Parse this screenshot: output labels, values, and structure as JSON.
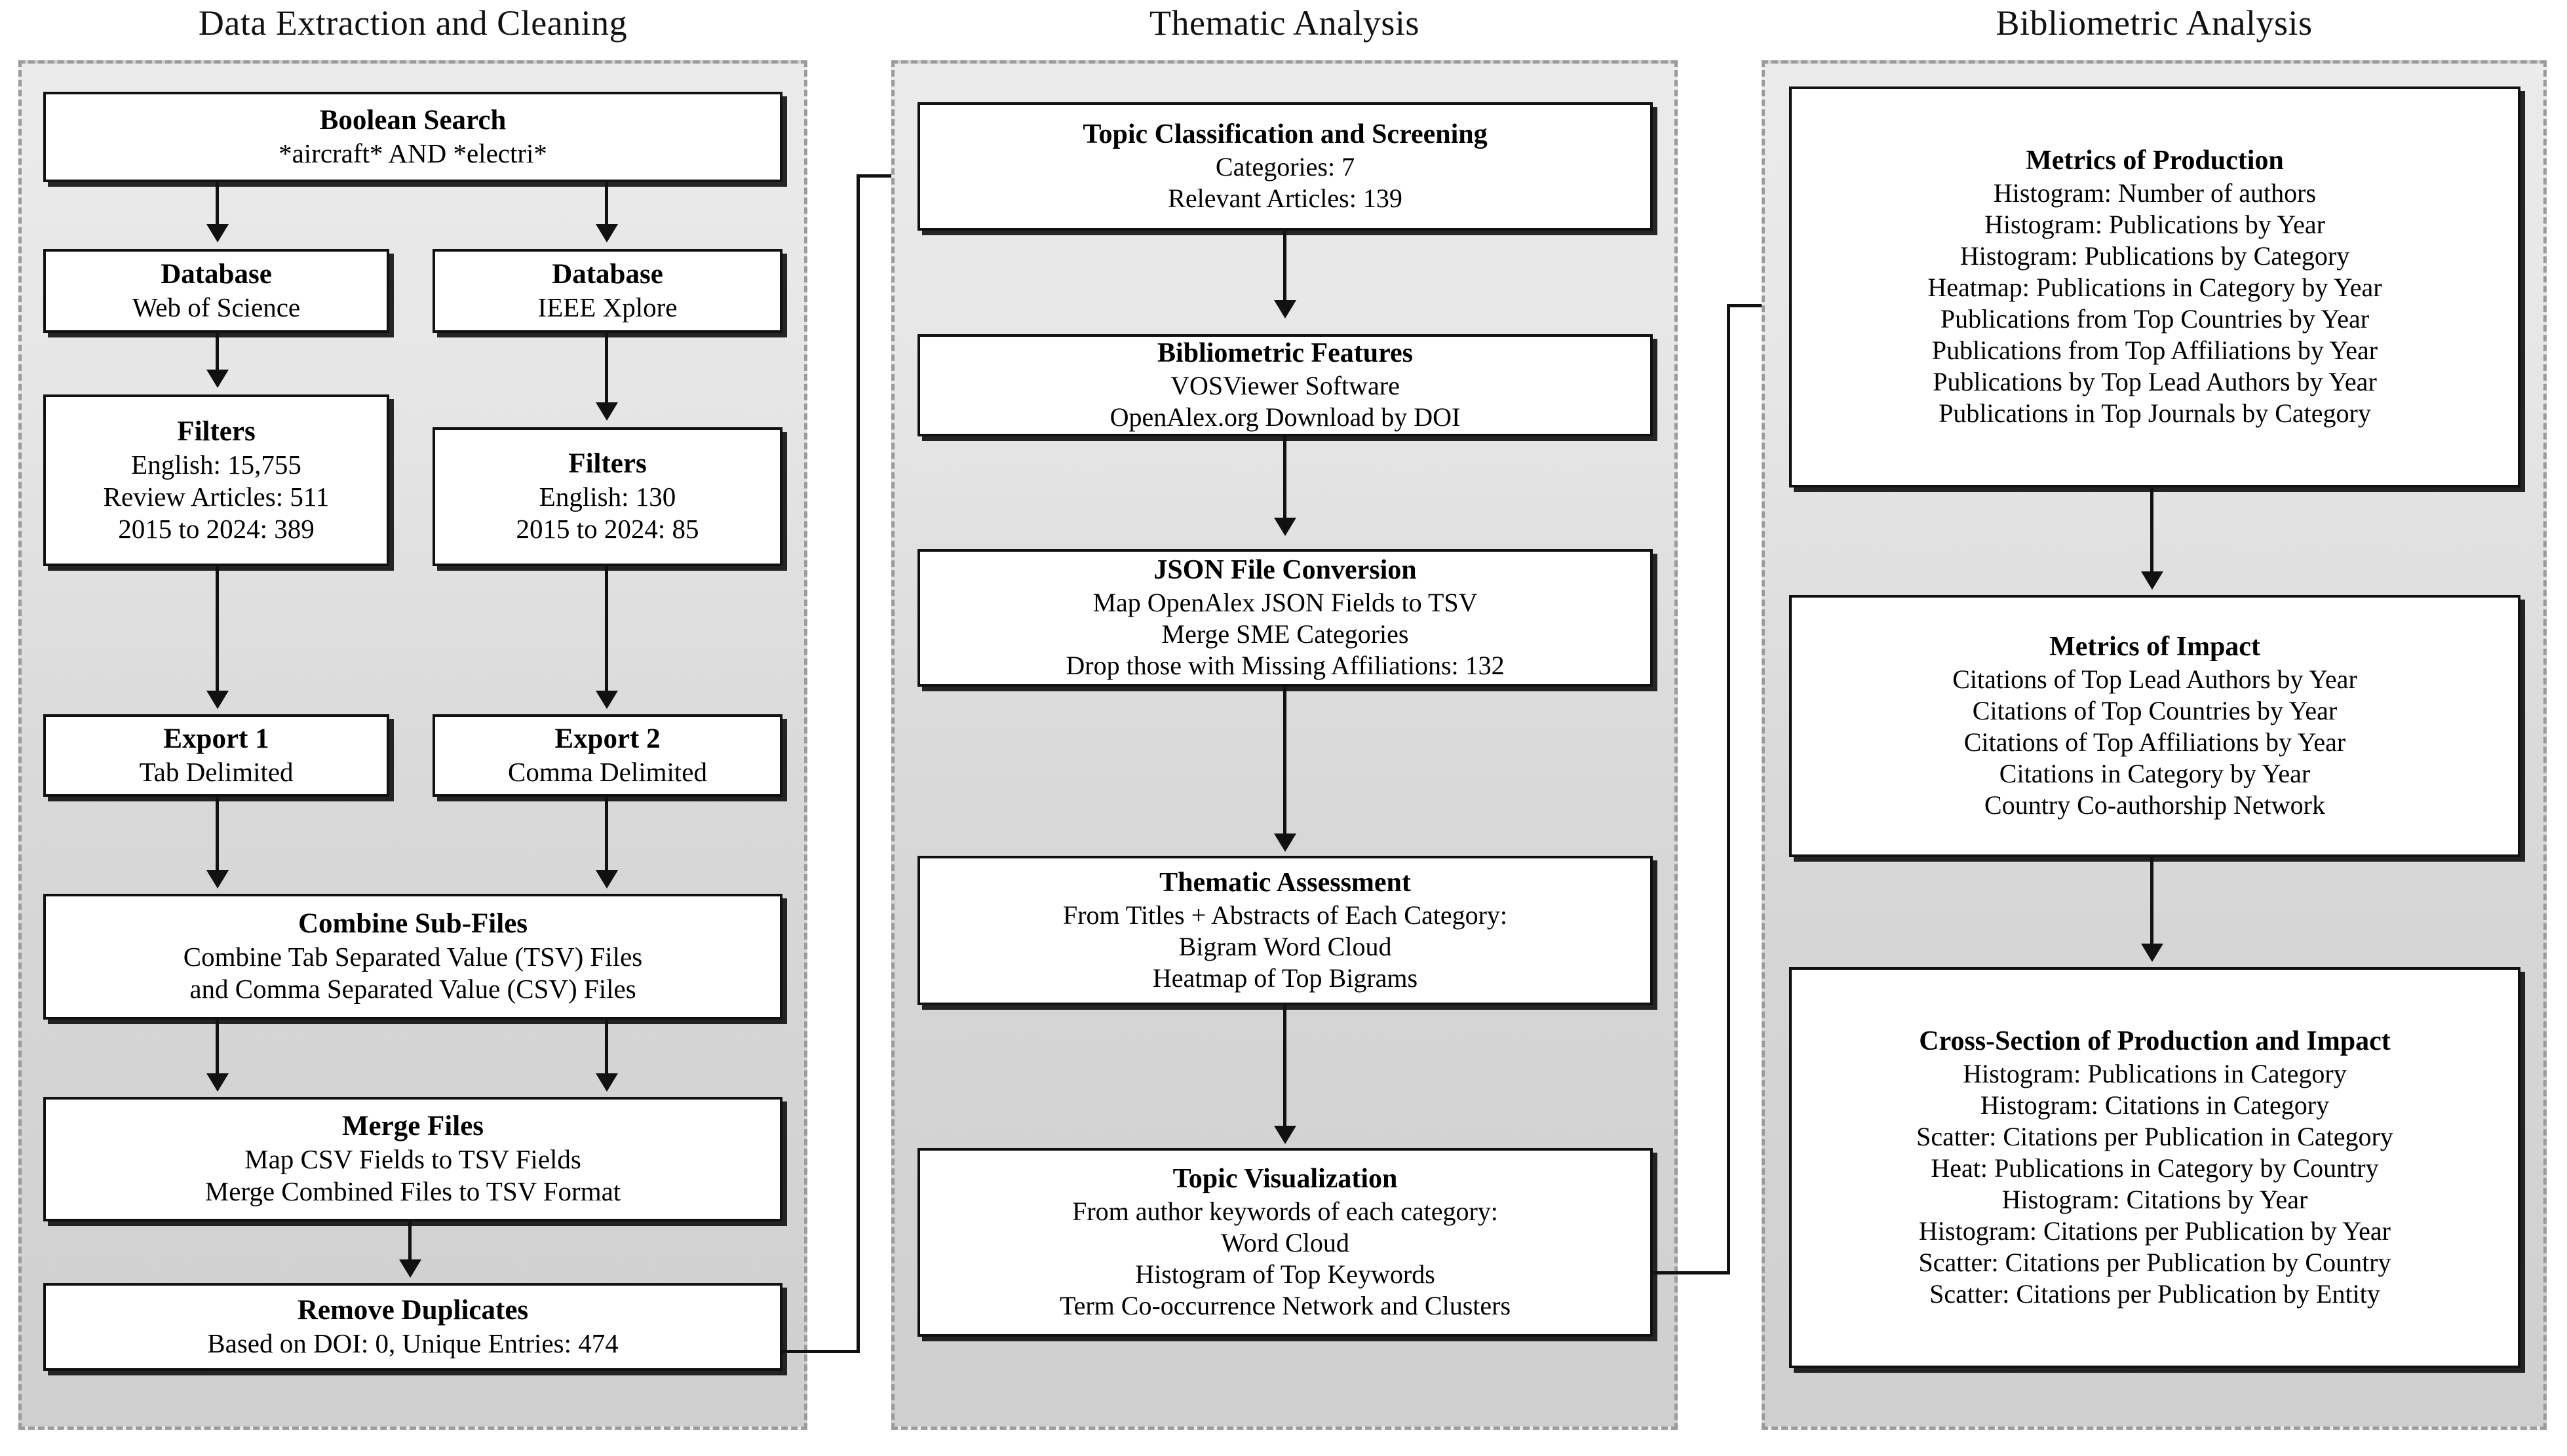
{
  "diagram": {
    "type": "flowchart",
    "columns": [
      {
        "title": "Data Extraction and Cleaning",
        "nodes": [
          {
            "title": "Boolean Search",
            "lines": [
              "*aircraft* AND *electri*"
            ]
          },
          {
            "title": "Database",
            "lines": [
              "Web of Science"
            ]
          },
          {
            "title": "Database",
            "lines": [
              "IEEE Xplore"
            ]
          },
          {
            "title": "Filters",
            "lines": [
              "English: 15,755",
              "Review Articles: 511",
              "2015 to 2024: 389"
            ]
          },
          {
            "title": "Filters",
            "lines": [
              "English: 130",
              "2015 to 2024: 85"
            ]
          },
          {
            "title": "Export 1",
            "lines": [
              "Tab Delimited"
            ]
          },
          {
            "title": "Export 2",
            "lines": [
              "Comma Delimited"
            ]
          },
          {
            "title": "Combine Sub-Files",
            "lines": [
              "Combine Tab Separated Value (TSV) Files",
              "and Comma Separated Value (CSV) Files"
            ]
          },
          {
            "title": "Merge Files",
            "lines": [
              "Map CSV Fields to TSV Fields",
              "Merge Combined Files to TSV Format"
            ]
          },
          {
            "title": "Remove Duplicates",
            "lines": [
              "Based on DOI: 0, Unique Entries: 474"
            ]
          }
        ]
      },
      {
        "title": "Thematic Analysis",
        "nodes": [
          {
            "title": "Topic Classification and Screening",
            "lines": [
              "Categories: 7",
              "Relevant Articles: 139"
            ]
          },
          {
            "title": "Bibliometric Features",
            "lines": [
              "VOSViewer Software",
              "OpenAlex.org Download by DOI"
            ]
          },
          {
            "title": "JSON File Conversion",
            "lines": [
              "Map OpenAlex JSON Fields to TSV",
              "Merge SME Categories",
              "Drop those with Missing Affiliations: 132"
            ]
          },
          {
            "title": "Thematic Assessment",
            "lines": [
              "From Titles + Abstracts of Each Category:",
              "Bigram Word Cloud",
              "Heatmap of Top Bigrams"
            ]
          },
          {
            "title": "Topic Visualization",
            "lines": [
              "From author keywords of each category:",
              "Word Cloud",
              "Histogram of Top Keywords",
              "Term Co-occurrence Network and Clusters"
            ]
          }
        ]
      },
      {
        "title": "Bibliometric Analysis",
        "nodes": [
          {
            "title": "Metrics of Production",
            "lines": [
              "Histogram: Number of authors",
              "Histogram: Publications by Year",
              "Histogram: Publications by Category",
              "Heatmap: Publications in Category by Year",
              "Publications from Top Countries by Year",
              "Publications from Top Affiliations by Year",
              "Publications by Top Lead Authors by Year",
              "Publications in Top Journals by Category"
            ]
          },
          {
            "title": "Metrics of Impact",
            "lines": [
              "Citations of Top Lead Authors by Year",
              "Citations of Top Countries by Year",
              "Citations of Top Affiliations by Year",
              "Citations in Category by Year",
              "Country Co-authorship Network"
            ]
          },
          {
            "title": "Cross-Section of Production and Impact",
            "lines": [
              "Histogram: Publications in Category",
              "Histogram: Citations in Category",
              "Scatter: Citations per Publication in Category",
              "Heat: Publications in Category by Country",
              "Histogram: Citations by Year",
              "Histogram: Citations per Publication by Year",
              "Scatter: Citations per Publication by Country",
              "Scatter: Citations per Publication by Entity"
            ]
          }
        ]
      }
    ],
    "colors": {
      "box_fill": "#ffffff",
      "box_border": "#111111",
      "group_border": "#9b9b9b",
      "group_fill_top": "#ebebeb",
      "group_fill_bottom": "#cfcfcf",
      "connector": "#111111",
      "page_background": "#ffffff"
    }
  }
}
